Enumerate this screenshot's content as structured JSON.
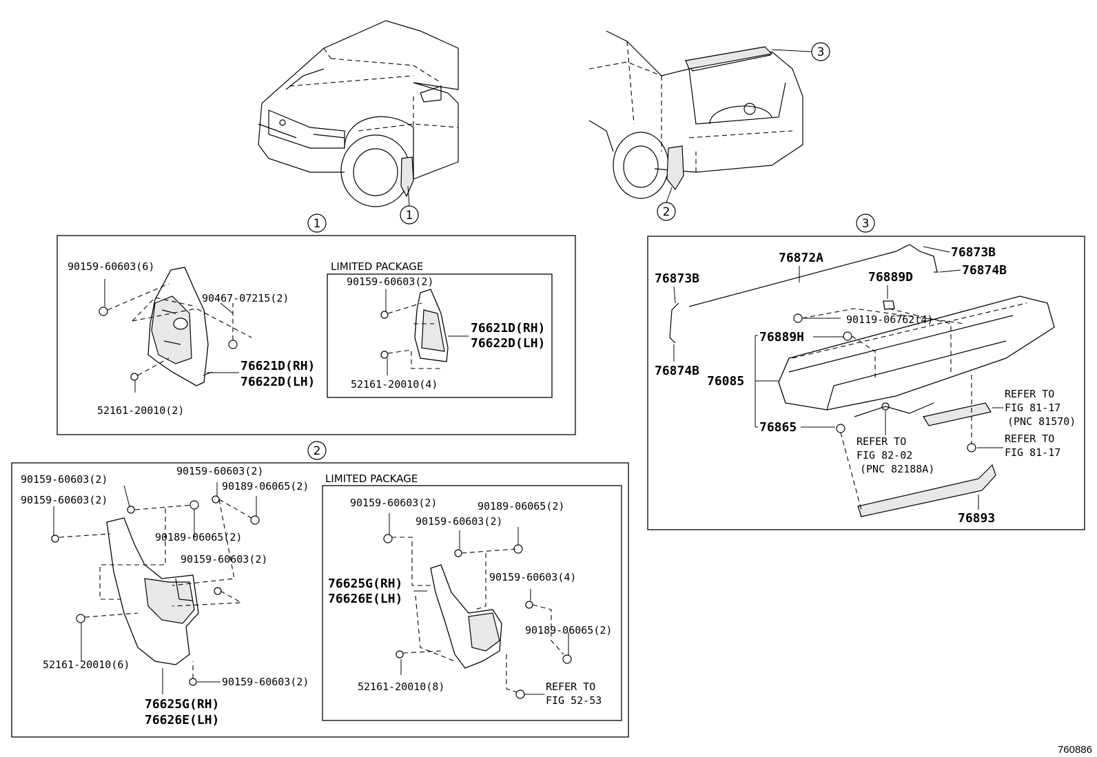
{
  "figure_id": "760886",
  "callouts": [
    "1",
    "2",
    "3"
  ],
  "package_label": "LIMITED PACKAGE",
  "section1": {
    "main": {
      "bolt_top": "90159-60603(6)",
      "clip": "90467-07215(2)",
      "screw": "52161-20010(2)",
      "part_rh": "76621D(RH)",
      "part_lh": "76622D(LH)"
    },
    "limited": {
      "bolt": "90159-60603(2)",
      "part_rh": "76621D(RH)",
      "part_lh": "76622D(LH)",
      "screw": "52161-20010(4)"
    }
  },
  "section2": {
    "main": {
      "bolt_a": "90159-60603(2)",
      "bolt_b": "90159-60603(2)",
      "bolt_c": "90159-60603(2)",
      "nut_a": "90189-06065(2)",
      "nut_b": "90189-06065(2)",
      "bolt_d": "90159-60603(2)",
      "screw": "52161-20010(6)",
      "bolt_e": "90159-60603(2)",
      "part_rh": "76625G(RH)",
      "part_lh": "76626E(LH)"
    },
    "limited": {
      "bolt_a": "90159-60603(2)",
      "nut_a": "90189-06065(2)",
      "bolt_b": "90159-60603(2)",
      "part_rh": "76625G(RH)",
      "part_lh": "76626E(LH)",
      "bolt_c": "90159-60603(4)",
      "nut_b": "90189-06065(2)",
      "screw": "52161-20010(8)",
      "refer_1": "REFER TO",
      "refer_2": "FIG 52-53"
    }
  },
  "section3": {
    "p76872A": "76872A",
    "p76873B_r": "76873B",
    "p76874B_r": "76874B",
    "p76873B_l": "76873B",
    "p76874B_l": "76874B",
    "p76889D": "76889D",
    "p90119": "90119-06762(4)",
    "p76889H": "76889H",
    "p76085": "76085",
    "p76865": "76865",
    "p76893": "76893",
    "ref_a_1": "REFER TO",
    "ref_a_2": "FIG 81-17",
    "ref_a_3": "(PNC 81570)",
    "ref_b_1": "REFER TO",
    "ref_b_2": "FIG 81-17",
    "ref_c_1": "REFER TO",
    "ref_c_2": "FIG 82-02",
    "ref_c_3": "(PNC 82188A)"
  }
}
